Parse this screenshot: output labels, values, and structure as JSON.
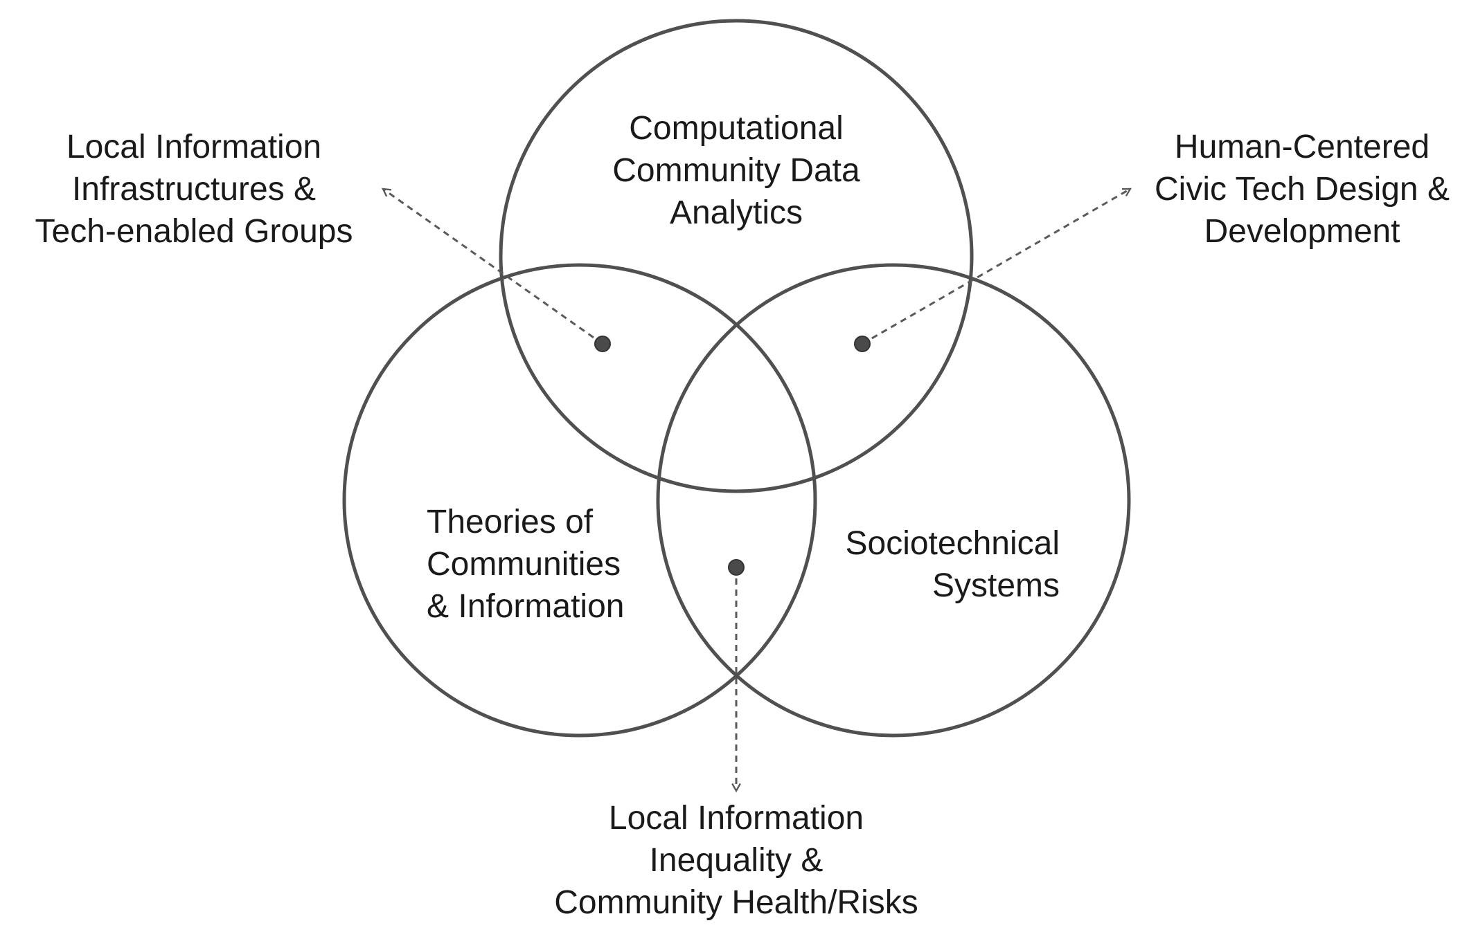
{
  "circles": {
    "top": {
      "lines": [
        "Computational",
        "Community Data",
        "Analytics"
      ]
    },
    "left": {
      "lines": [
        "Theories of",
        "Communities",
        "& Information"
      ]
    },
    "right": {
      "lines": [
        "Sociotechnical",
        "Systems"
      ]
    }
  },
  "intersections": {
    "top_left": {
      "lines": [
        "Local Information",
        "Infrastructures &",
        "Tech-enabled Groups"
      ]
    },
    "top_right": {
      "lines": [
        "Human-Centered",
        "Civic Tech Design &",
        "Development"
      ]
    },
    "left_right": {
      "lines": [
        "Local Information",
        "Inequality &",
        "Community Health/Risks"
      ]
    }
  },
  "colors": {
    "stroke": "#505050",
    "leader": "#5a5a5a",
    "text": "#1a1a1a"
  }
}
